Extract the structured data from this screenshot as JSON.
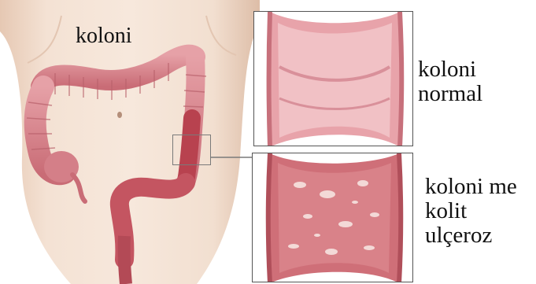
{
  "labels": {
    "colon": "koloni",
    "normal": [
      "koloni",
      "normal"
    ],
    "ulcerative": [
      "koloni me",
      "kolit",
      "ulçeroz"
    ]
  },
  "colors": {
    "skin": "#f1dccb",
    "skin_shadow": "#e2c4ae",
    "colon": "#d9878f",
    "colon_dark": "#b85e68",
    "mucosa_normal": "#ecb1b7",
    "mucosa_inflamed": "#cf6f78",
    "ulcer_spots": "#f6e3e0",
    "frame": "#555555"
  }
}
